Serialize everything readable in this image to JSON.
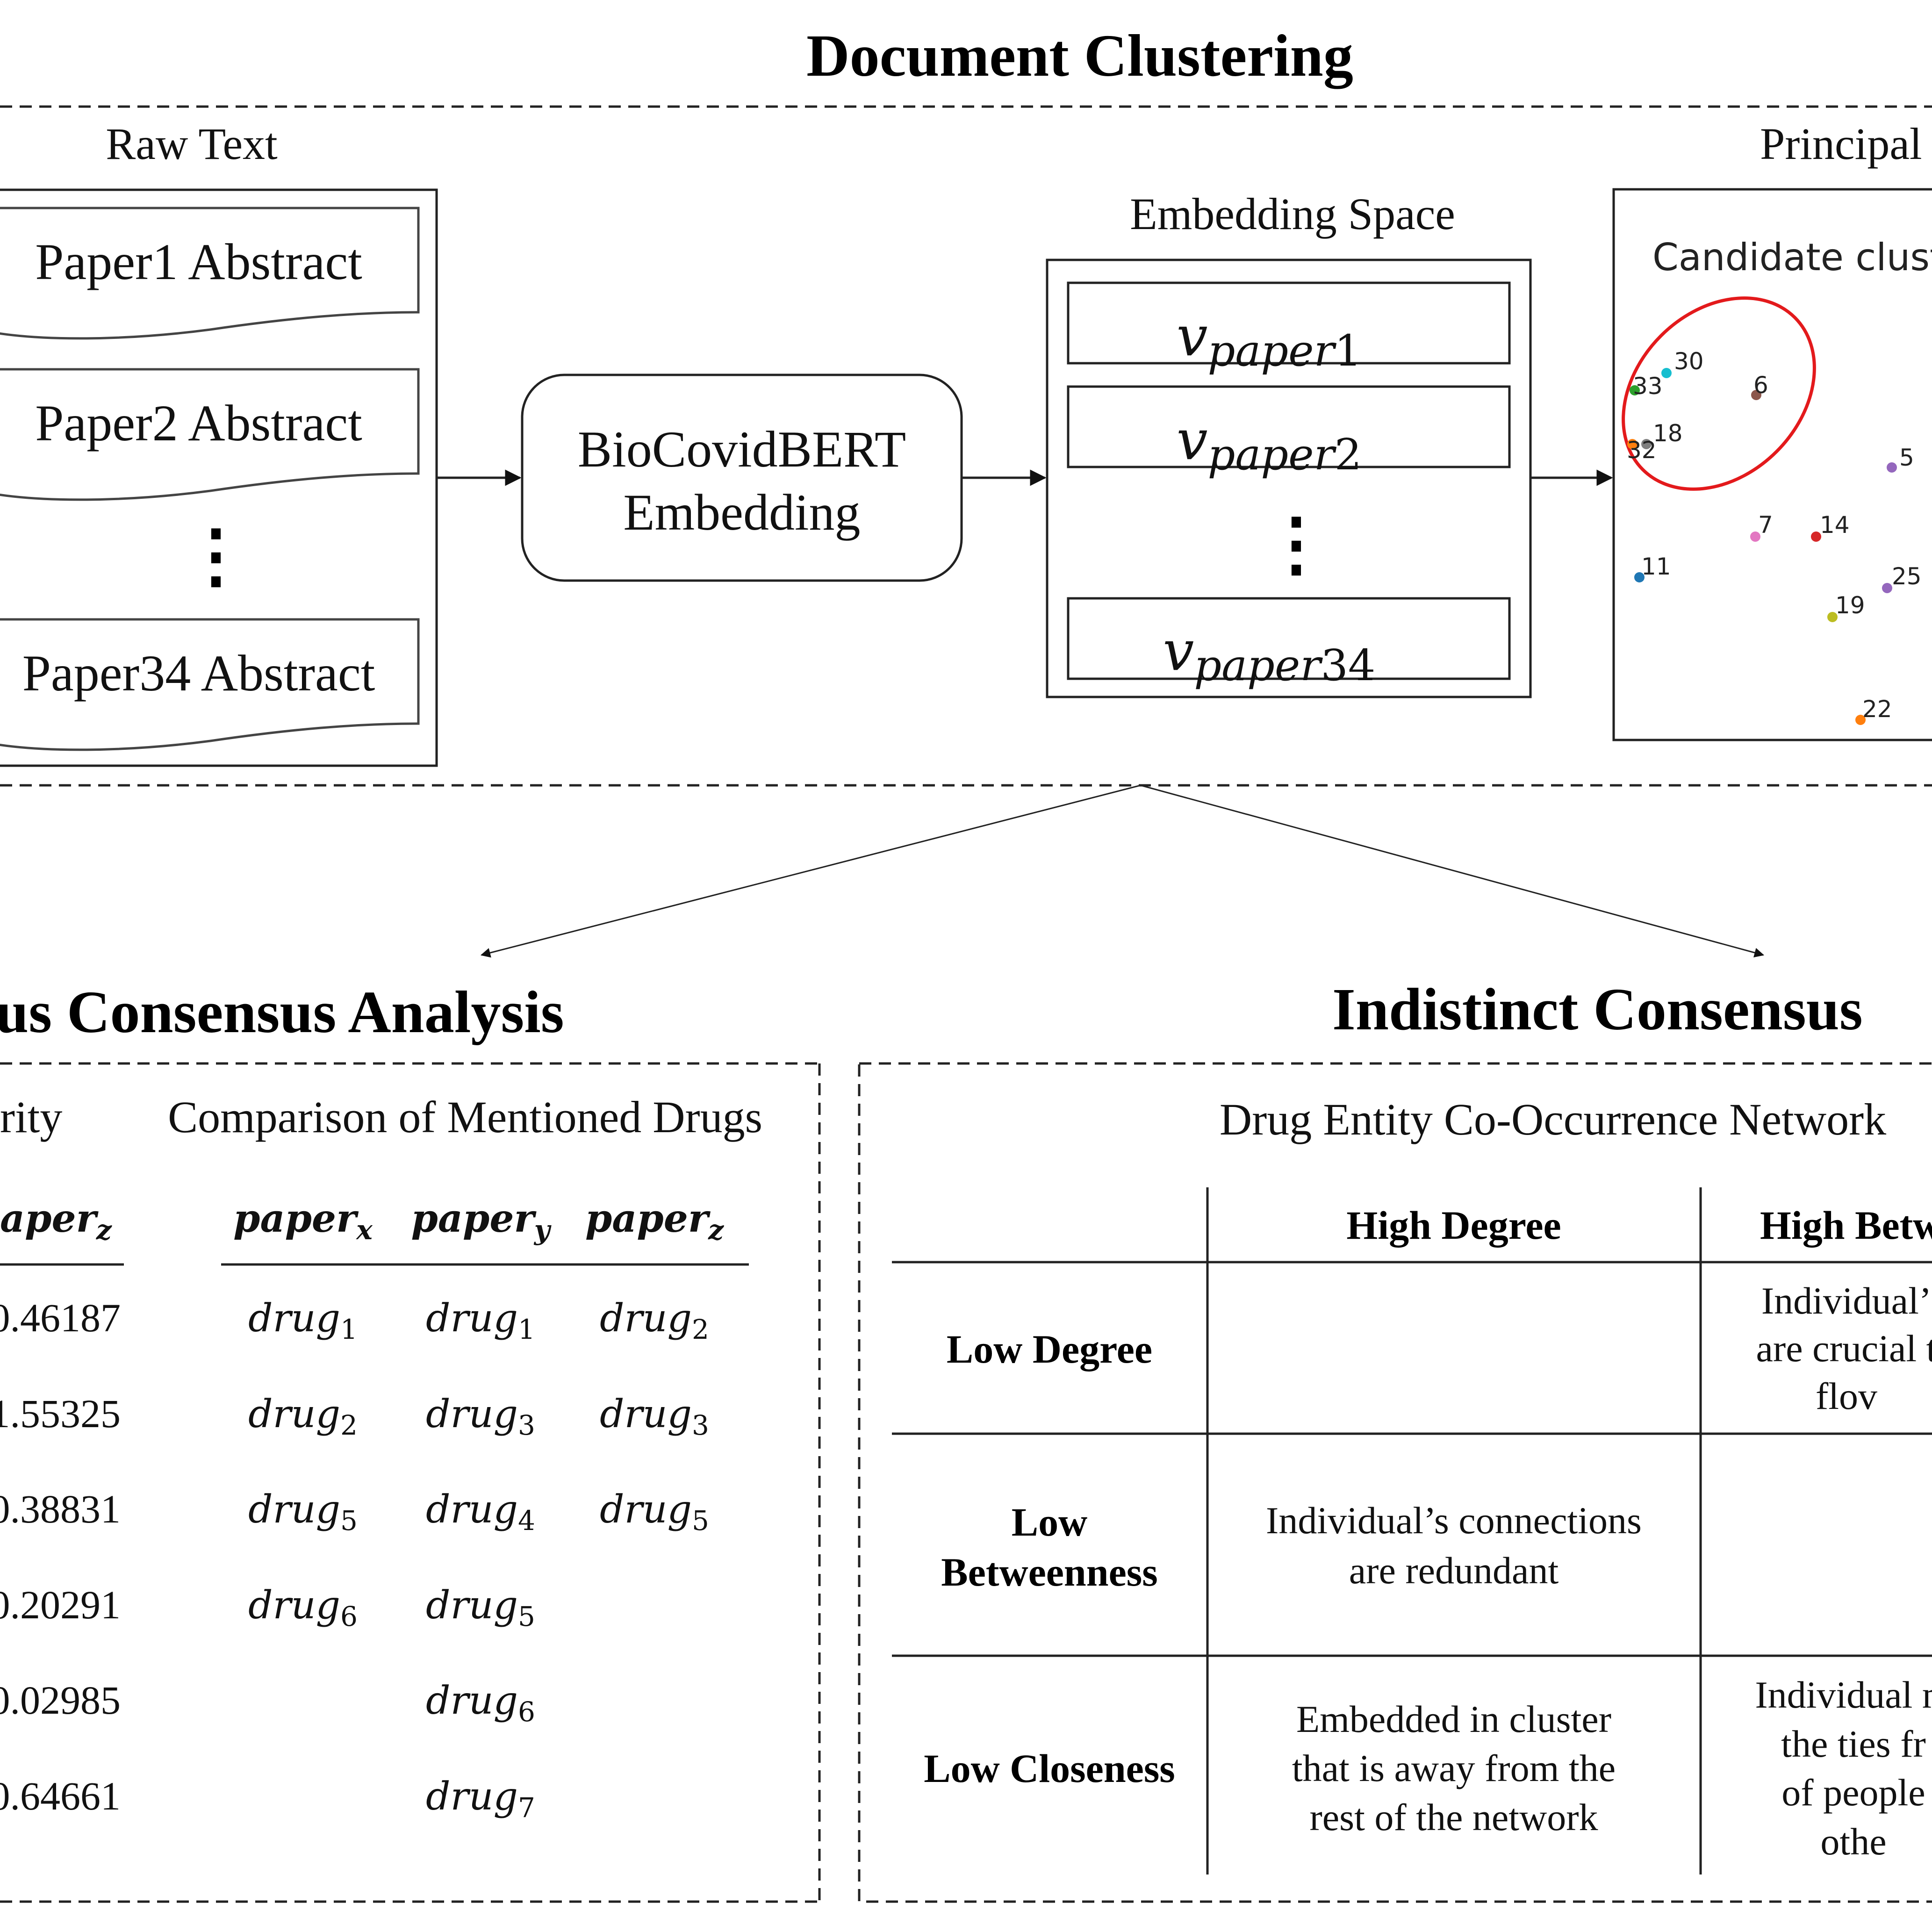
{
  "title": "Document Clustering",
  "raw_text": {
    "label": "Raw Text",
    "papers": [
      "Paper1 Abstract",
      "Paper2 Abstract",
      "Paper34 Abstract"
    ],
    "ellipsis": "⋮"
  },
  "model": {
    "line1": "BioCovidBERT",
    "line2": "Embedding"
  },
  "embedding": {
    "label": "Embedding Space",
    "vectors": [
      {
        "v": "v",
        "sub": "paper",
        "num": "1"
      },
      {
        "v": "v",
        "sub": "paper",
        "num": "2"
      },
      {
        "v": "v",
        "sub": "paper",
        "num": "34"
      }
    ],
    "ellipsis": "⋮"
  },
  "pca": {
    "label": "Principal",
    "plot_title": "Candidate cluster",
    "points": [
      {
        "id": "30",
        "color": "#17becf"
      },
      {
        "id": "33",
        "color": "#2ca02c"
      },
      {
        "id": "6",
        "color": "#8c564b"
      },
      {
        "id": "18",
        "color": "#7f7f7f"
      },
      {
        "id": "32",
        "color": "#ff7f0e"
      },
      {
        "id": "5",
        "color": "#9467bd"
      },
      {
        "id": "7",
        "color": "#e377c2"
      },
      {
        "id": "14",
        "color": "#d62728"
      },
      {
        "id": "11",
        "color": "#1f77b4"
      },
      {
        "id": "25",
        "color": "#9467bd"
      },
      {
        "id": "19",
        "color": "#bcbd22"
      },
      {
        "id": "22",
        "color": "#ff7f0e"
      }
    ],
    "cluster_color": "#e31a1c"
  },
  "left_section": {
    "title": "us Consensus Analysis",
    "similarity_label": "rity",
    "drugs_label": "Comparison of Mentioned Drugs",
    "sim_header": "aper",
    "sim_header_sub": "z",
    "similarity_values": [
      "0.46187",
      "1.55325",
      "0.38831",
      "0.20291",
      "0.02985",
      "0.64661"
    ],
    "drug_headers": [
      {
        "base": "paper",
        "sub": "x"
      },
      {
        "base": "paper",
        "sub": "y"
      },
      {
        "base": "paper",
        "sub": "z"
      }
    ],
    "drug_columns": [
      [
        {
          "base": "drug",
          "sub": "1"
        },
        {
          "base": "drug",
          "sub": "2"
        },
        {
          "base": "drug",
          "sub": "5"
        },
        {
          "base": "drug",
          "sub": "6"
        }
      ],
      [
        {
          "base": "drug",
          "sub": "1"
        },
        {
          "base": "drug",
          "sub": "3"
        },
        {
          "base": "drug",
          "sub": "4"
        },
        {
          "base": "drug",
          "sub": "5"
        },
        {
          "base": "drug",
          "sub": "6"
        },
        {
          "base": "drug",
          "sub": "7"
        }
      ],
      [
        {
          "base": "drug",
          "sub": "2"
        },
        {
          "base": "drug",
          "sub": "3"
        },
        {
          "base": "drug",
          "sub": "5"
        }
      ]
    ]
  },
  "right_section": {
    "title": "Indistinct Consensus",
    "network_label": "Drug Entity Co-Occurrence Network",
    "col_headers": [
      "High Degree",
      "High Betw"
    ],
    "row_headers": [
      [
        "Low Degree"
      ],
      [
        "Low",
        "Betweenness"
      ],
      [
        "Low Closeness"
      ]
    ],
    "cells": {
      "r1c2": [
        "Individual’",
        "are crucial t",
        "flov"
      ],
      "r2c1": [
        "Individual’s connections",
        "are redundant"
      ],
      "r3c1": [
        "Embedded in cluster",
        "that is away from the",
        "rest of the network"
      ],
      "r3c2": [
        "Individual m",
        "the ties fr",
        "of people",
        "othe"
      ]
    }
  }
}
